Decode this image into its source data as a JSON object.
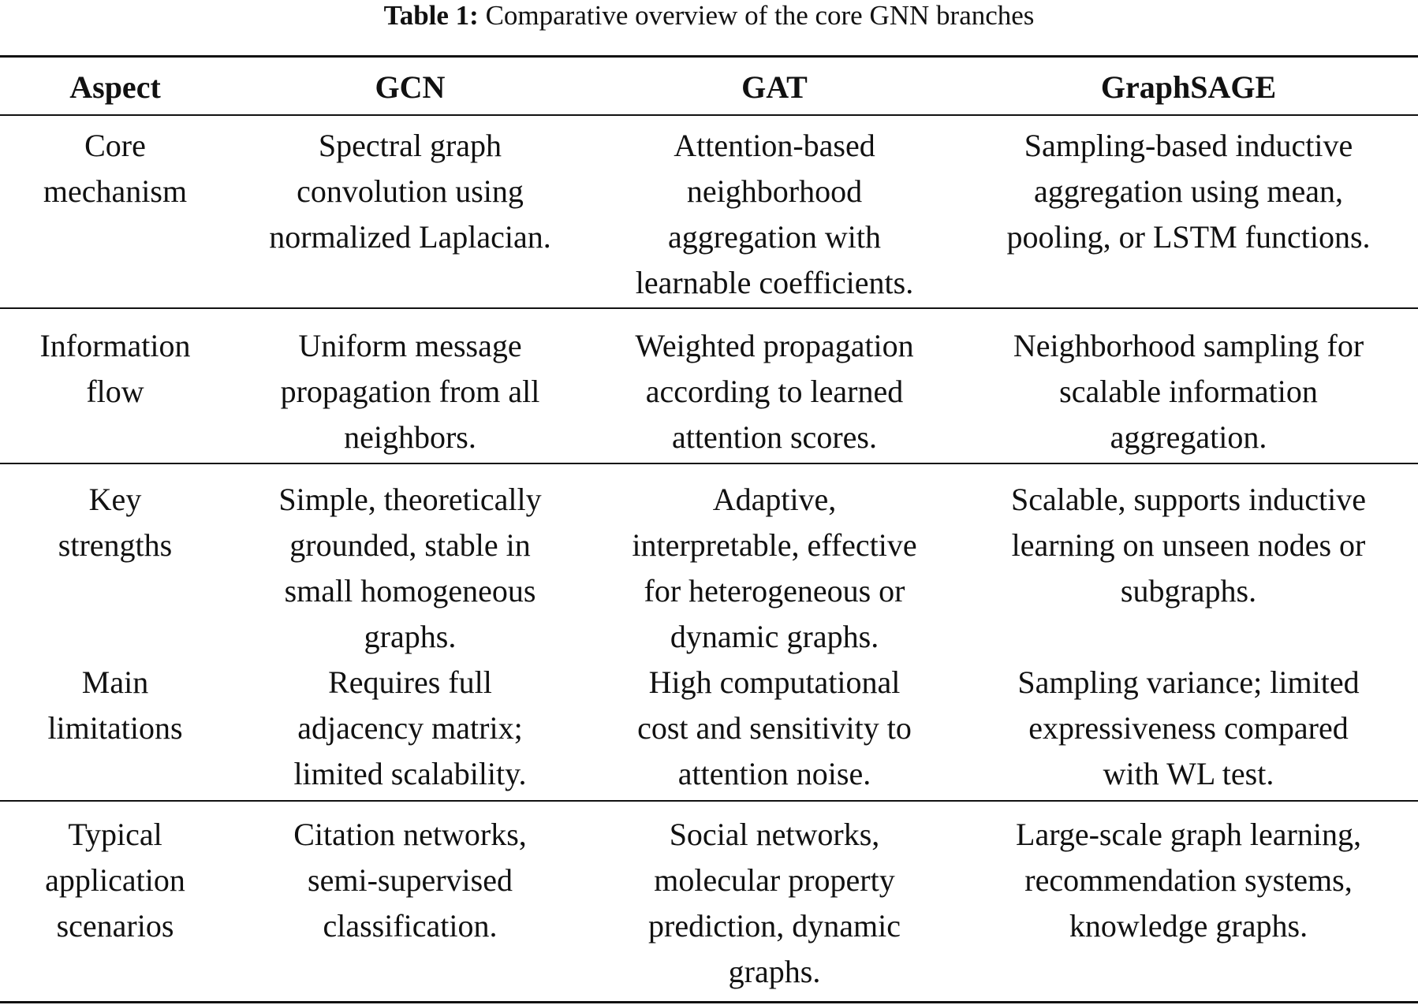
{
  "caption": {
    "label": "Table 1:",
    "text": "Comparative overview of the core GNN branches"
  },
  "table": {
    "headers": [
      "Aspect",
      "GCN",
      "GAT",
      "GraphSAGE"
    ],
    "rows": [
      [
        "Core\nmechanism",
        "Spectral graph\nconvolution using\nnormalized Laplacian.",
        "Attention-based\nneighborhood\naggregation with\nlearnable coefficients.",
        "Sampling-based inductive\naggregation using mean,\npooling, or LSTM functions."
      ],
      [
        "Information\nflow",
        "Uniform message\npropagation from all\nneighbors.",
        "Weighted propagation\naccording to learned\nattention scores.",
        "Neighborhood sampling for\nscalable information\naggregation."
      ],
      [
        "Key\nstrengths",
        "Simple, theoretically\ngrounded, stable in\nsmall homogeneous\ngraphs.",
        "Adaptive,\ninterpretable, effective\nfor heterogeneous or\ndynamic graphs.",
        "Scalable, supports inductive\nlearning on unseen nodes or\nsubgraphs."
      ],
      [
        "Main\nlimitations",
        "Requires full\nadjacency matrix;\nlimited scalability.",
        "High computational\ncost and sensitivity to\nattention noise.",
        "Sampling variance; limited\nexpressiveness compared\nwith WL test."
      ],
      [
        "Typical\napplication\nscenarios",
        "Citation networks,\nsemi-supervised\nclassification.",
        "Social networks,\nmolecular property\nprediction, dynamic\ngraphs.",
        "Large-scale graph learning,\nrecommendation systems,\nknowledge graphs."
      ]
    ]
  }
}
